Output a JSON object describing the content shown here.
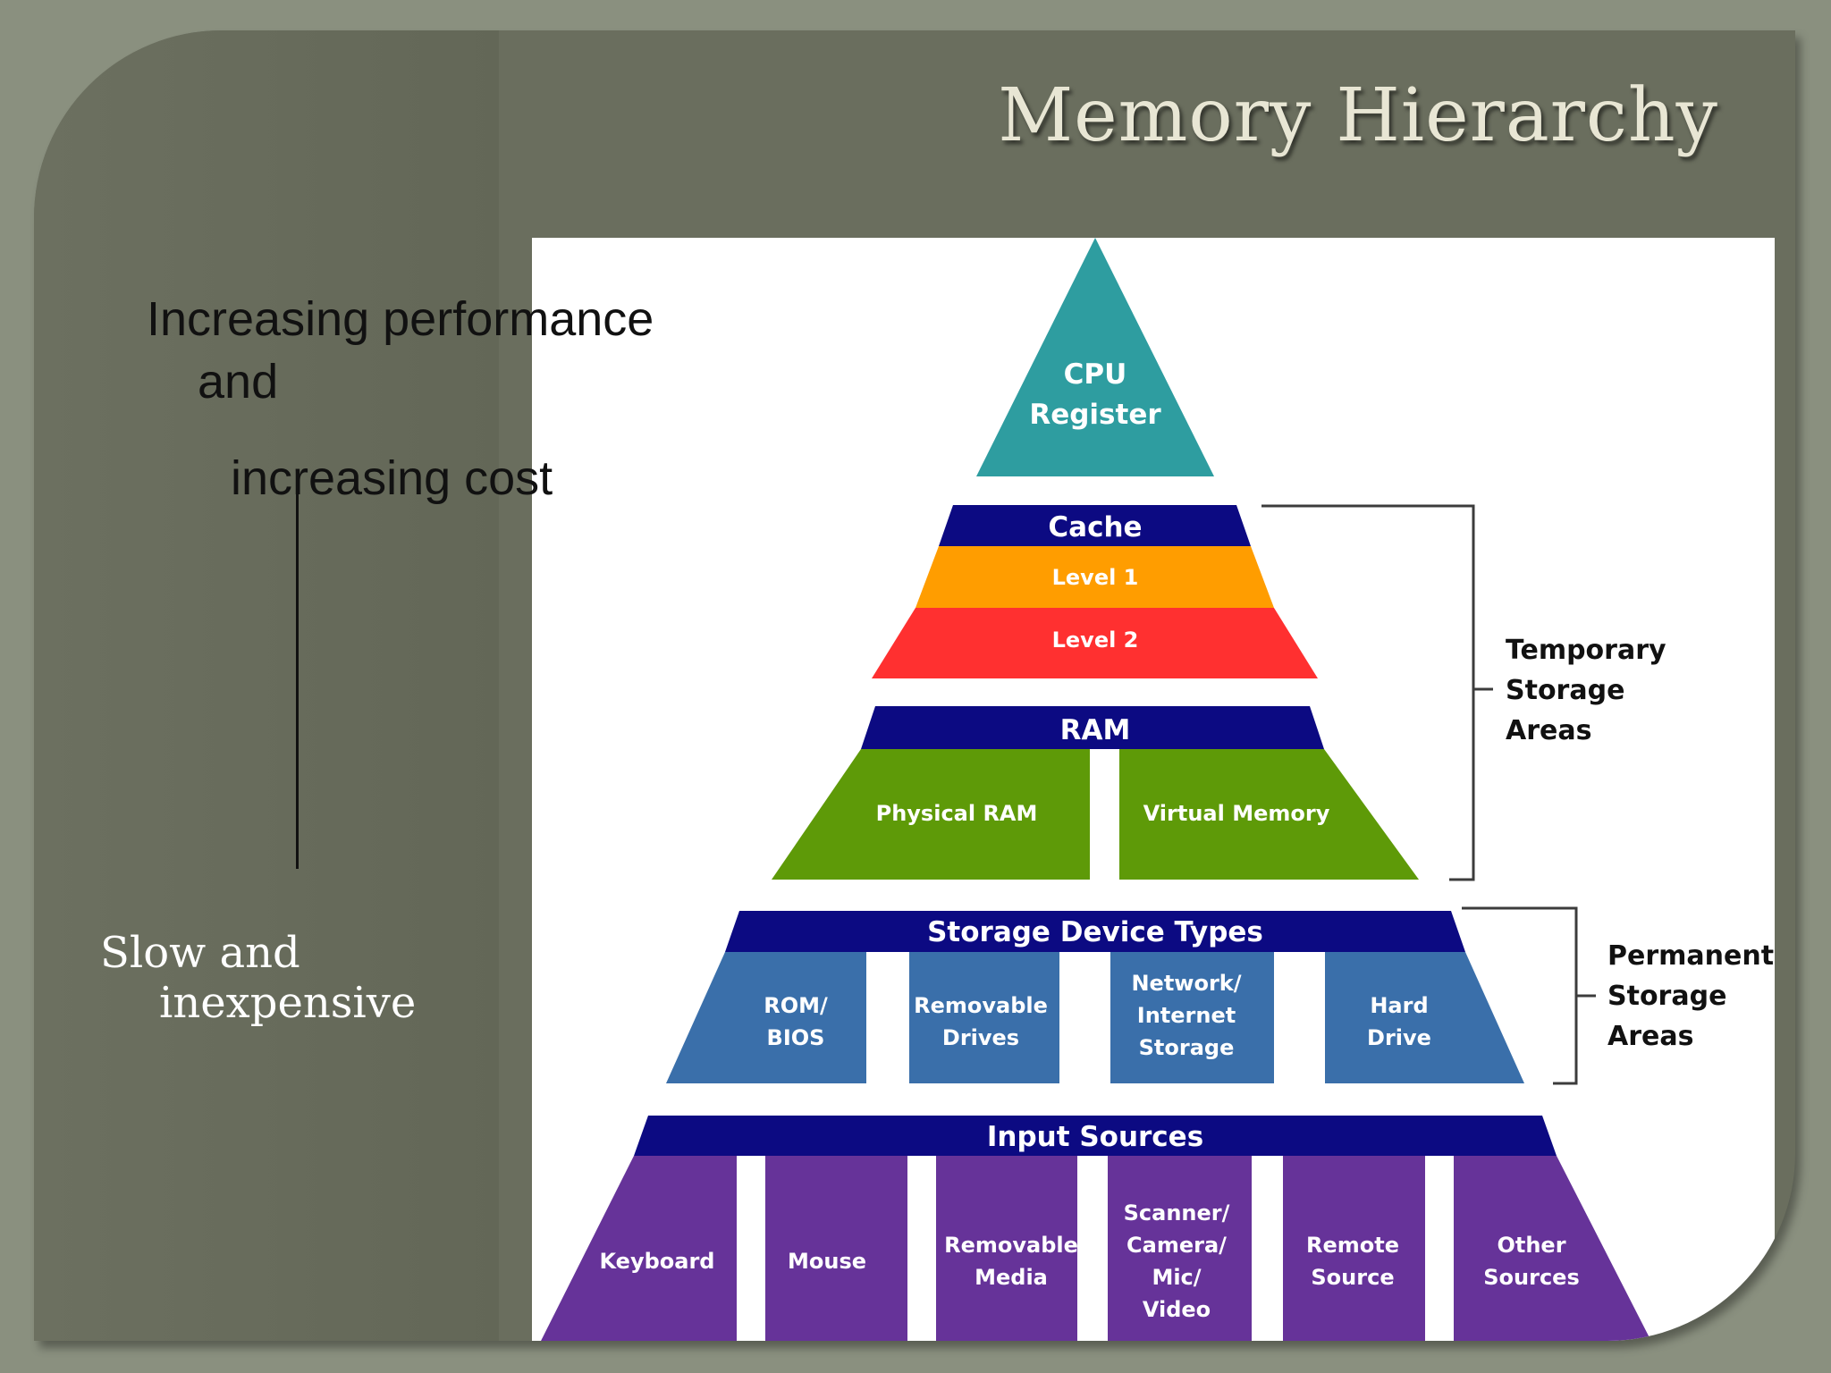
{
  "slide": {
    "title": "Memory Hierarchy",
    "left_text": {
      "performance_line1": "Increasing performance",
      "performance_line2": "and",
      "performance_line3": "increasing cost",
      "slow_line1": "Slow and",
      "slow_line2": "inexpensive"
    }
  },
  "pyramid": {
    "apex": {
      "line1": "CPU",
      "line2": "Register"
    },
    "cache": {
      "header": "Cache",
      "level1": "Level 1",
      "level2": "Level 2"
    },
    "ram": {
      "header": "RAM",
      "physical": "Physical RAM",
      "virtual": "Virtual Memory"
    },
    "storage": {
      "header": "Storage Device Types",
      "items": [
        {
          "lines": [
            "ROM/",
            "BIOS"
          ]
        },
        {
          "lines": [
            "Removable",
            "Drives"
          ]
        },
        {
          "lines": [
            "Network/",
            "Internet",
            "Storage"
          ]
        },
        {
          "lines": [
            "Hard",
            "Drive"
          ]
        }
      ]
    },
    "input": {
      "header": "Input Sources",
      "items": [
        {
          "lines": [
            "Keyboard"
          ]
        },
        {
          "lines": [
            "Mouse"
          ]
        },
        {
          "lines": [
            "Removable",
            "Media"
          ]
        },
        {
          "lines": [
            "Scanner/",
            "Camera/",
            "Mic/",
            "Video"
          ]
        },
        {
          "lines": [
            "Remote",
            "Source"
          ]
        },
        {
          "lines": [
            "Other",
            "Sources"
          ]
        }
      ]
    },
    "brackets": {
      "temporary": [
        "Temporary",
        "Storage",
        "Areas"
      ],
      "permanent": [
        "Permanent",
        "Storage",
        "Areas"
      ]
    }
  },
  "colors": {
    "teal": "#2e9da0",
    "navy": "#0c0a82",
    "orange": "#ff9d00",
    "red": "#ff3030",
    "green": "#5e9a08",
    "blue": "#3a6faa",
    "purple": "#663399"
  }
}
